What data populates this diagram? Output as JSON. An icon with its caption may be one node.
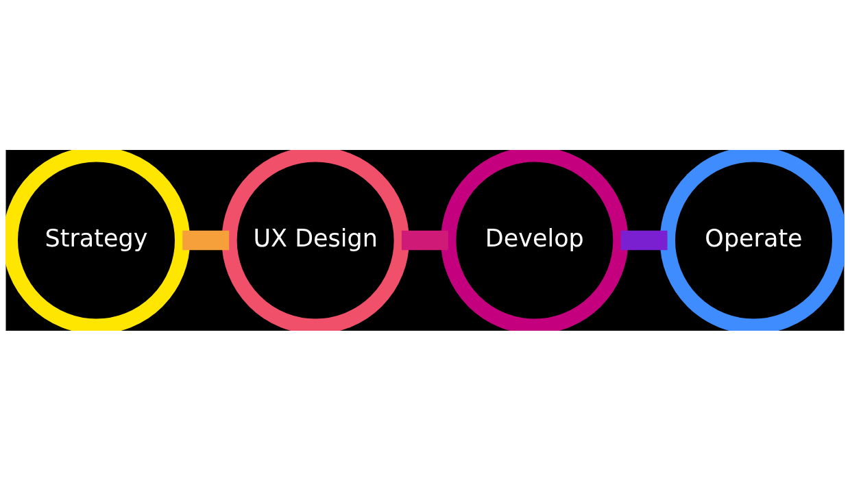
{
  "diagram": {
    "nodes": [
      {
        "text": [
          "Strategy"
        ]
      },
      {
        "text": [
          "UX Design"
        ]
      },
      {
        "text": [
          "Develop"
        ]
      },
      {
        "text": [
          "Operate"
        ]
      }
    ],
    "edges": [
      {
        "from": 0,
        "to": 1,
        "arrow": "none",
        "color": "#f5a03a"
      },
      {
        "from": 1,
        "to": 2,
        "arrow": "none",
        "color": "#d01a78"
      },
      {
        "from": 2,
        "to": 3,
        "arrow": "none",
        "color": "#7a20d0"
      }
    ]
  }
}
